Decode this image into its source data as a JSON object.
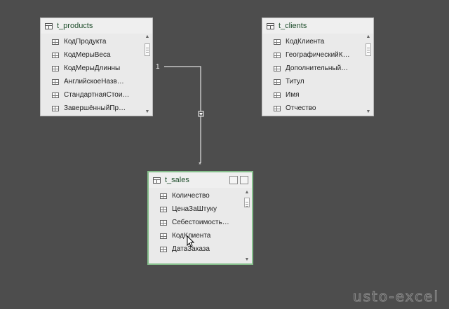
{
  "tables": [
    {
      "title": "t_products",
      "fields": [
        "КодПродукта",
        "КодМерыВеса",
        "КодМерыДлинны",
        "АнглийскоеНазв…",
        "СтандартнаяСтои…",
        "ЗавершённыйПр…"
      ]
    },
    {
      "title": "t_clients",
      "fields": [
        "КодКлиента",
        "ГеографическийК…",
        "Дополнительный…",
        "Титул",
        "Имя",
        "Отчество"
      ]
    },
    {
      "title": "t_sales",
      "fields": [
        "Количество",
        "ЦенаЗаШтуку",
        "Себестоимость…",
        "КодКлиента",
        "ДатаЗаказа"
      ]
    }
  ],
  "relationship": {
    "from_table": "t_products",
    "to_table": "t_sales",
    "from_cardinality": "1",
    "to_cardinality": "*"
  },
  "watermark": "usto-excel",
  "colors": {
    "canvas": "#4d4d4d",
    "card": "#eaeaea",
    "active_border": "#86bf8c",
    "relationship_line": "#ffffff"
  },
  "icons": {
    "table": "table-grid-icon",
    "field": "field-grid-icon",
    "header_buttons": [
      "maximize-icon",
      "minimize-icon"
    ],
    "cursor": "mouse-pointer-icon"
  }
}
